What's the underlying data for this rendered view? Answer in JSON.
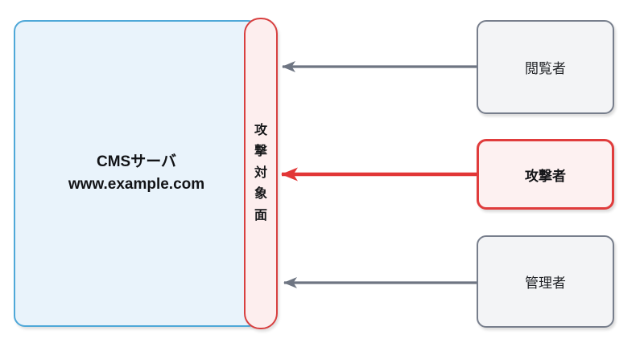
{
  "diagram": {
    "title": "CMS attack-surface diagram",
    "server": {
      "title": "CMSサーバ",
      "subtitle": "www.example.com"
    },
    "surface": {
      "label": "攻撃対象面"
    },
    "actors": [
      {
        "label": "閲覧者",
        "role": "viewer",
        "style": "normal"
      },
      {
        "label": "攻撃者",
        "role": "attacker",
        "style": "attacker"
      },
      {
        "label": "管理者",
        "role": "admin",
        "style": "normal"
      }
    ],
    "arrows": [
      {
        "from": "viewer",
        "to": "attack-surface",
        "color": "gray"
      },
      {
        "from": "attacker",
        "to": "attack-surface",
        "color": "red"
      },
      {
        "from": "admin",
        "to": "attack-surface",
        "color": "gray"
      }
    ],
    "colors": {
      "server_border": "#4fa8d8",
      "server_fill": "#e9f3fb",
      "surface_border": "#d84040",
      "surface_fill": "#fdeeee",
      "actor_border": "#777e8c",
      "actor_fill": "#f3f4f6",
      "attacker_border": "#e03c3c",
      "attacker_fill": "#fdf1f1",
      "arrow_gray": "#6e7582",
      "arrow_red": "#e23636",
      "text": "#17181a"
    }
  }
}
